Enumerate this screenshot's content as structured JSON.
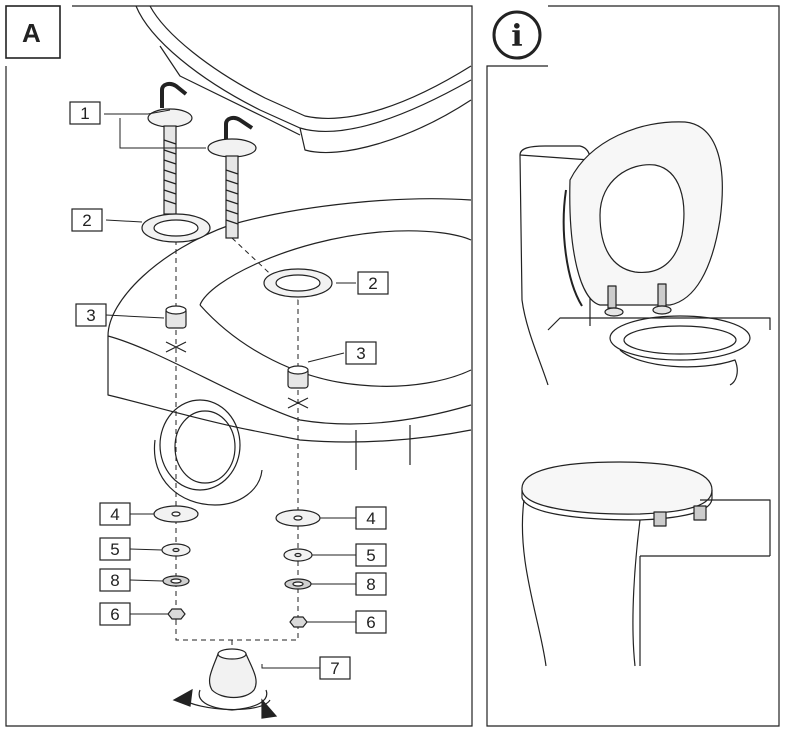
{
  "panel_a": {
    "label": "A",
    "callouts": [
      {
        "id": "bolt",
        "number": "1"
      },
      {
        "id": "ring-left",
        "number": "2"
      },
      {
        "id": "ring-right",
        "number": "2"
      },
      {
        "id": "insert-left",
        "number": "3"
      },
      {
        "id": "insert-right",
        "number": "3"
      },
      {
        "id": "washer-large-left",
        "number": "4"
      },
      {
        "id": "washer-large-right",
        "number": "4"
      },
      {
        "id": "washer-small-left",
        "number": "5"
      },
      {
        "id": "washer-small-right",
        "number": "5"
      },
      {
        "id": "lock-washer-left",
        "number": "8"
      },
      {
        "id": "lock-washer-right",
        "number": "8"
      },
      {
        "id": "nut-left",
        "number": "6"
      },
      {
        "id": "nut-right",
        "number": "6"
      },
      {
        "id": "wrench",
        "number": "7"
      }
    ]
  },
  "panel_info": {
    "label": "i"
  },
  "colors": {
    "line": "#222222",
    "background": "#ffffff",
    "part_fill": "#f2f2f2",
    "shadow": "#bdbdbd"
  }
}
